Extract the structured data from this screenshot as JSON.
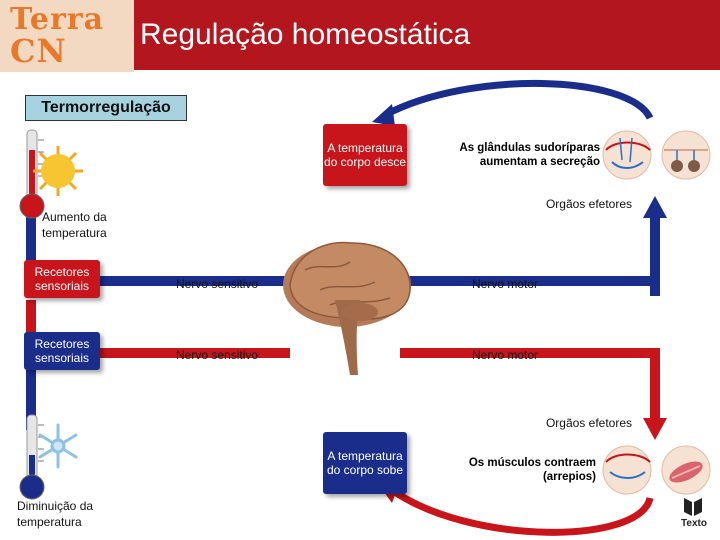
{
  "header": {
    "logo_line1": "Terra",
    "logo_line2": "CN",
    "title": "Regulação homeostática"
  },
  "section_label": "Termorregulação",
  "top": {
    "temperature_box": "A temperatura do corpo desce",
    "glands_text": "As glândulas sudoríparas aumentam a secreção",
    "effectors_label": "Orgãos efetores",
    "thermometer_label": "Aumento da temperatura"
  },
  "middle": {
    "receptors_hot": "Recetores sensoriais",
    "receptors_cold": "Recetores sensoriais",
    "sensory_nerve_1": "Nervo sensitivo",
    "sensory_nerve_2": "Nervo sensitivo",
    "motor_nerve_1": "Nervo motor",
    "motor_nerve_2": "Nervo motor"
  },
  "bottom": {
    "effectors_label": "Orgãos efetores",
    "temperature_box": "A temperatura do corpo sobe",
    "muscles_text": "Os músculos contraem (arrepios)",
    "thermometer_label": "Diminuição da temperatura"
  },
  "footer_logo": "Texto",
  "icons": [
    "sun-icon",
    "snowflake-icon",
    "brain-icon",
    "thermometer-hot-icon",
    "thermometer-cold-icon",
    "sweat-gland-icon",
    "muscle-icon"
  ],
  "colors": {
    "accent_red": "#c8141b",
    "accent_blue": "#1b2d8a",
    "header_red": "#b4161d",
    "logo_orange": "#e8792b"
  }
}
